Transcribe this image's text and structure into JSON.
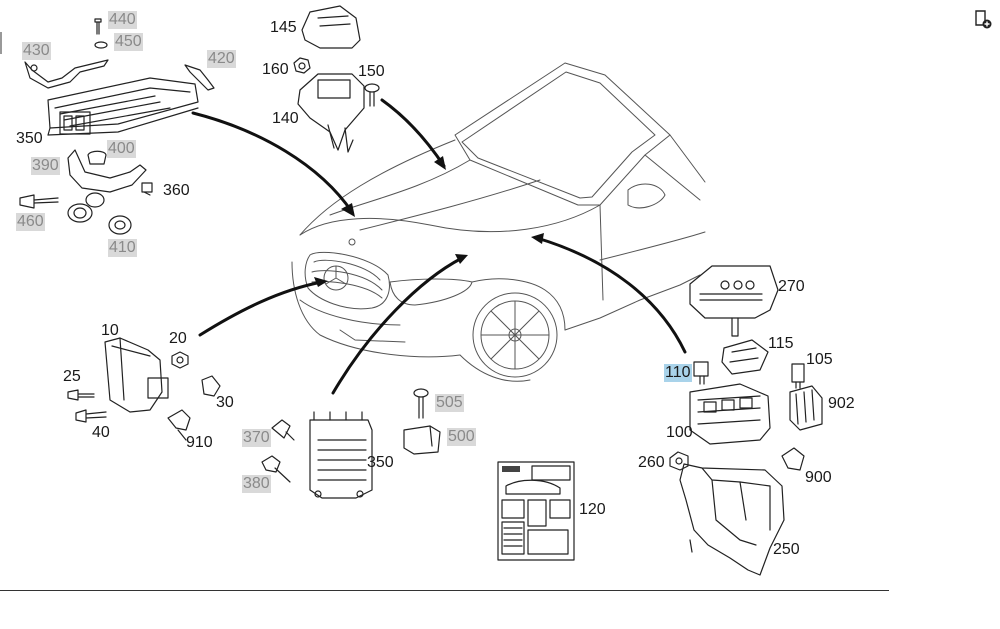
{
  "colors": {
    "line": "#1a1a1a",
    "callout_grey_bg": "#d9d9d9",
    "callout_grey_text": "#8a8a8a",
    "highlight": "#a9d3ea"
  },
  "corner_icon": "add-to-list-icon",
  "callouts": {
    "c440": "440",
    "c450": "450",
    "c430": "430",
    "c420": "420",
    "c350a": "350",
    "c390": "390",
    "c400": "400",
    "c360": "360",
    "c460": "460",
    "c410": "410",
    "c145": "145",
    "c160": "160",
    "c150": "150",
    "c140": "140",
    "c270": "270",
    "c115": "115",
    "c105": "105",
    "c110": "110",
    "c902": "902",
    "c100": "100",
    "c260": "260",
    "c900": "900",
    "c250": "250",
    "c10": "10",
    "c20": "20",
    "c25": "25",
    "c30": "30",
    "c40": "40",
    "c910": "910",
    "c370": "370",
    "c380": "380",
    "c350b": "350",
    "c505": "505",
    "c500": "500",
    "c120": "120"
  }
}
